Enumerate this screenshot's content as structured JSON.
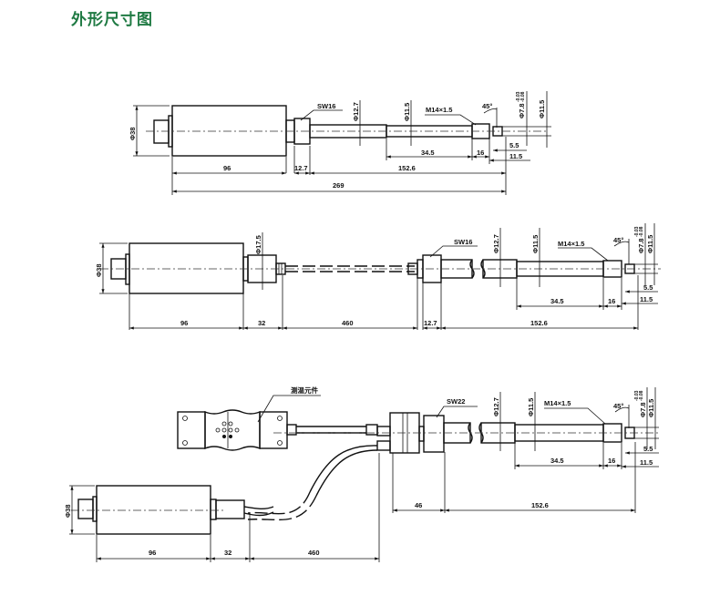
{
  "title": "外形尺寸图",
  "title_color": "#1f7a43",
  "drawing1": {
    "body_diameter": "Φ38",
    "wrench": "SW16",
    "dia_127": "Φ12.7",
    "dia_115a": "Φ11.5",
    "thread": "M14×1.5",
    "angle": "45°",
    "tip_dia": "Φ7.8",
    "tip_tol_upper": "-0.03",
    "tip_tol_lower": "-0.08",
    "dia_115b": "Φ11.5",
    "dim_96": "96",
    "dim_127": "12.7",
    "dim_1526": "152.6",
    "dim_345": "34.5",
    "dim_16": "16",
    "dim_55": "5.5",
    "dim_115": "11.5",
    "dim_total": "269"
  },
  "drawing2": {
    "body_diameter": "Φ38",
    "conn_dia": "Φ17.5",
    "wrench": "SW16",
    "dia_127": "Φ12.7",
    "dia_115a": "Φ11.5",
    "thread": "M14×1.5",
    "angle": "45°",
    "tip_dia": "Φ7.8",
    "tip_tol_upper": "-0.03",
    "tip_tol_lower": "-0.08",
    "dia_115b": "Φ11.5",
    "dim_96": "96",
    "dim_32": "32",
    "dim_460": "460",
    "dim_127": "12.7",
    "dim_1526": "152.6",
    "dim_345": "34.5",
    "dim_16": "16",
    "dim_55": "5.5",
    "dim_115": "11.5"
  },
  "drawing3": {
    "temp_element_label": "测温元件",
    "wrench": "SW22",
    "dia_127": "Φ12.7",
    "dia_115a": "Φ11.5",
    "thread": "M14×1.5",
    "angle": "45°",
    "tip_dia": "Φ7.8",
    "tip_tol_upper": "-0.03",
    "tip_tol_lower": "-0.08",
    "dia_115b": "Φ11.5",
    "dim_55": "5.5",
    "dim_345": "34.5",
    "dim_16": "16",
    "dim_115": "11.5",
    "dim_46": "46",
    "dim_1526": "152.6",
    "body_diameter": "Φ38",
    "dim_96": "96",
    "dim_32": "32",
    "dim_460": "460"
  }
}
